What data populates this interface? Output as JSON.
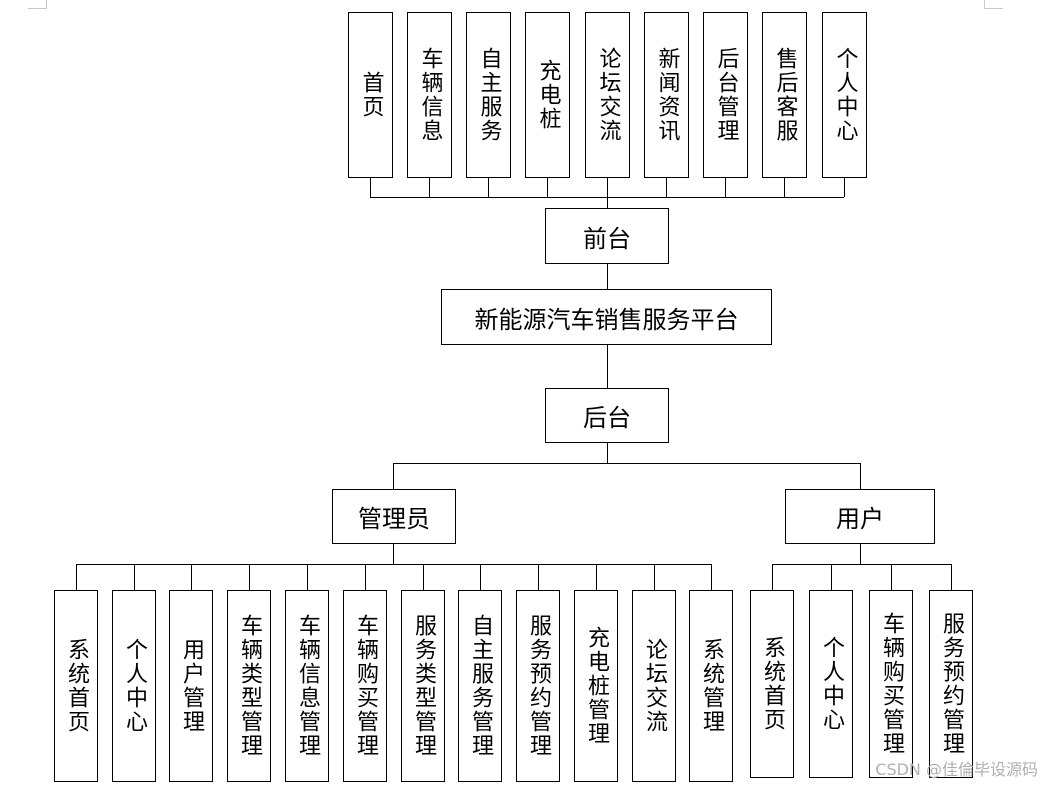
{
  "root": {
    "label": "新能源汽车销售服务平台"
  },
  "frontend": {
    "label": "前台",
    "modules": [
      "首页",
      "车辆信息",
      "自主服务",
      "充电桩",
      "论坛交流",
      "新闻资讯",
      "后台管理",
      "售后客服",
      "个人中心"
    ]
  },
  "backend": {
    "label": "后台"
  },
  "admin": {
    "label": "管理员",
    "modules": [
      "系统首页",
      "个人中心",
      "用户管理",
      "车辆类型管理",
      "车辆信息管理",
      "车辆购买管理",
      "服务类型管理",
      "自主服务管理",
      "服务预约管理",
      "充电桩管理",
      "论坛交流",
      "系统管理"
    ]
  },
  "user": {
    "label": "用户",
    "modules": [
      "系统首页",
      "个人中心",
      "车辆购买管理",
      "服务预约管理"
    ]
  },
  "watermark": "CSDN @佳倫毕设源码"
}
